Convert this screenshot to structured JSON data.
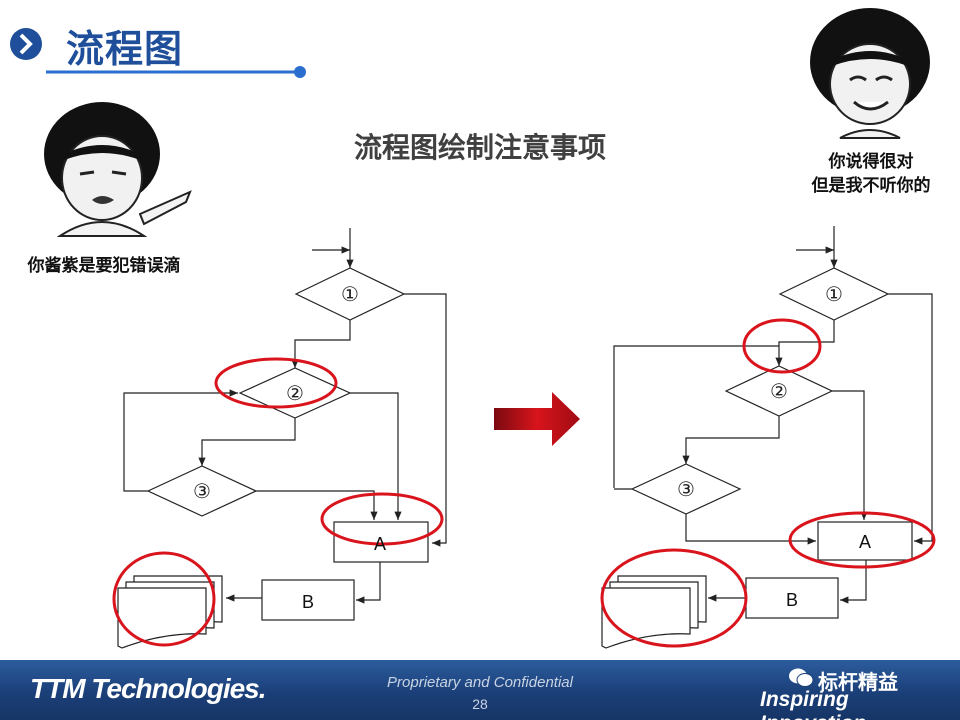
{
  "header": {
    "title": "流程图"
  },
  "subtitle": "流程图绘制注意事项",
  "left_meme": {
    "caption": "你酱紫是要犯错误滴"
  },
  "right_meme": {
    "caption_line1": "你说得很对",
    "caption_line2": "但是我不听你的"
  },
  "diagram_left": {
    "node_1": "①",
    "node_2": "②",
    "node_3": "③",
    "box_a": "A",
    "box_b": "B"
  },
  "diagram_right": {
    "node_1": "①",
    "node_2": "②",
    "node_3": "③",
    "box_a": "A",
    "box_b": "B"
  },
  "footer": {
    "logo": "TTM Technologies.",
    "confidential": "Proprietary and Confidential",
    "page": "28",
    "brand": "标杆精益",
    "tagline": "Inspiring Innovation"
  },
  "colors": {
    "title_blue": "#1f4f9a",
    "highlight_red": "#d9141c",
    "arrow_red": "#c8101a",
    "footer_blue": "#1b3f78"
  }
}
